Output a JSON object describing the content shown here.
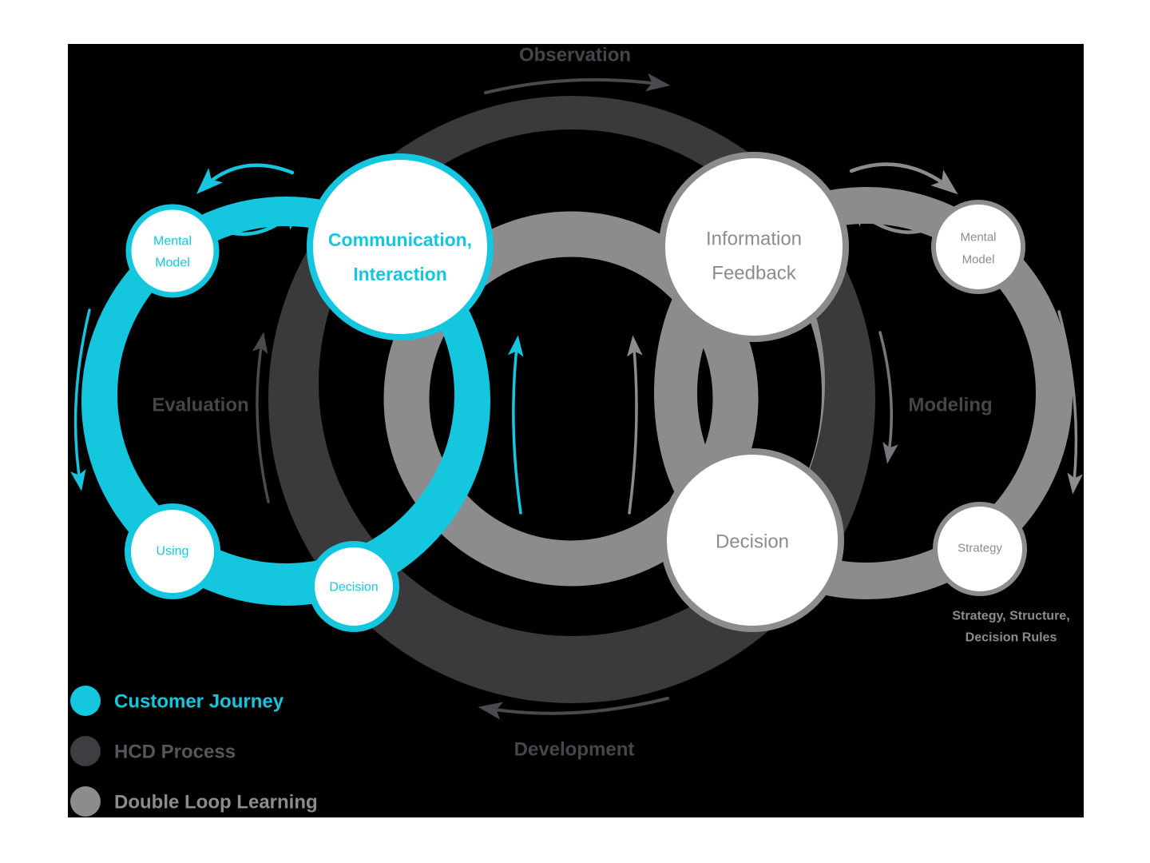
{
  "colors": {
    "customer_journey": "#14c6de",
    "hcd_process": "#3a3a3c",
    "double_loop": "#8c8c8c",
    "background": "#000000",
    "page": "#ffffff",
    "phase_label": "#46464a"
  },
  "phase_labels": {
    "top": "Observation",
    "left": "Evaluation",
    "right": "Modeling",
    "bottom": "Development"
  },
  "nodes": {
    "mental_model_left": {
      "line1": "Mental",
      "line2": "Model"
    },
    "communication": {
      "line1": "Communication,",
      "line2": "Interaction"
    },
    "using": {
      "label": "Using"
    },
    "decision_left": {
      "label": "Decision"
    },
    "information_feedback": {
      "line1": "Information",
      "line2": "Feedback"
    },
    "decision_right": {
      "label": "Decision"
    },
    "mental_model_right": {
      "line1": "Mental",
      "line2": "Model"
    },
    "strategy": {
      "label": "Strategy"
    }
  },
  "annotations": {
    "strategy_note_line1": "Strategy, Structure,",
    "strategy_note_line2": "Decision Rules"
  },
  "legend": {
    "items": [
      {
        "label": "Customer Journey",
        "color": "#14c6de"
      },
      {
        "label": "HCD Process",
        "color": "#3e3e42"
      },
      {
        "label": "Double Loop Learning",
        "color": "#8c8c8c"
      }
    ]
  }
}
